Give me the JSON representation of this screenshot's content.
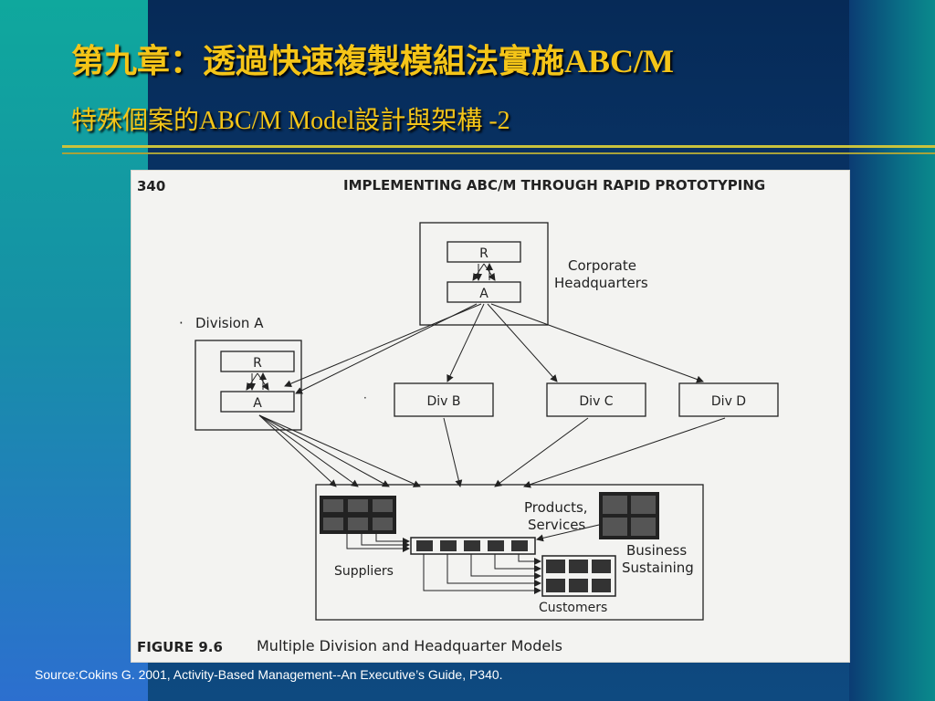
{
  "slide": {
    "title": "第九章：透過快速複製模組法實施ABC/M",
    "subtitle": "特殊個案的ABC/M Model設計與架構 -2",
    "source": "Source:Cokins G. 2001, Activity-Based Management--An Executive’s Guide, P340."
  },
  "figure": {
    "page_number": "340",
    "header": "IMPLEMENTING ABC/M THROUGH RAPID PROTOTYPING",
    "caption_label": "FIGURE 9.6",
    "caption_text": "Multiple Division and Headquarter Models",
    "corporate": {
      "label_line1": "Corporate",
      "label_line2": "Headquarters",
      "r": "R",
      "a": "A"
    },
    "division_a": {
      "label": "Division A",
      "r": "R",
      "a": "A"
    },
    "divisions": [
      "Div B",
      "Div C",
      "Div D"
    ],
    "bottom": {
      "products_line1": "Products,",
      "products_line2": "Services",
      "suppliers": "Suppliers",
      "business_line1": "Business",
      "business_line2": "Sustaining",
      "customers": "Customers"
    }
  }
}
